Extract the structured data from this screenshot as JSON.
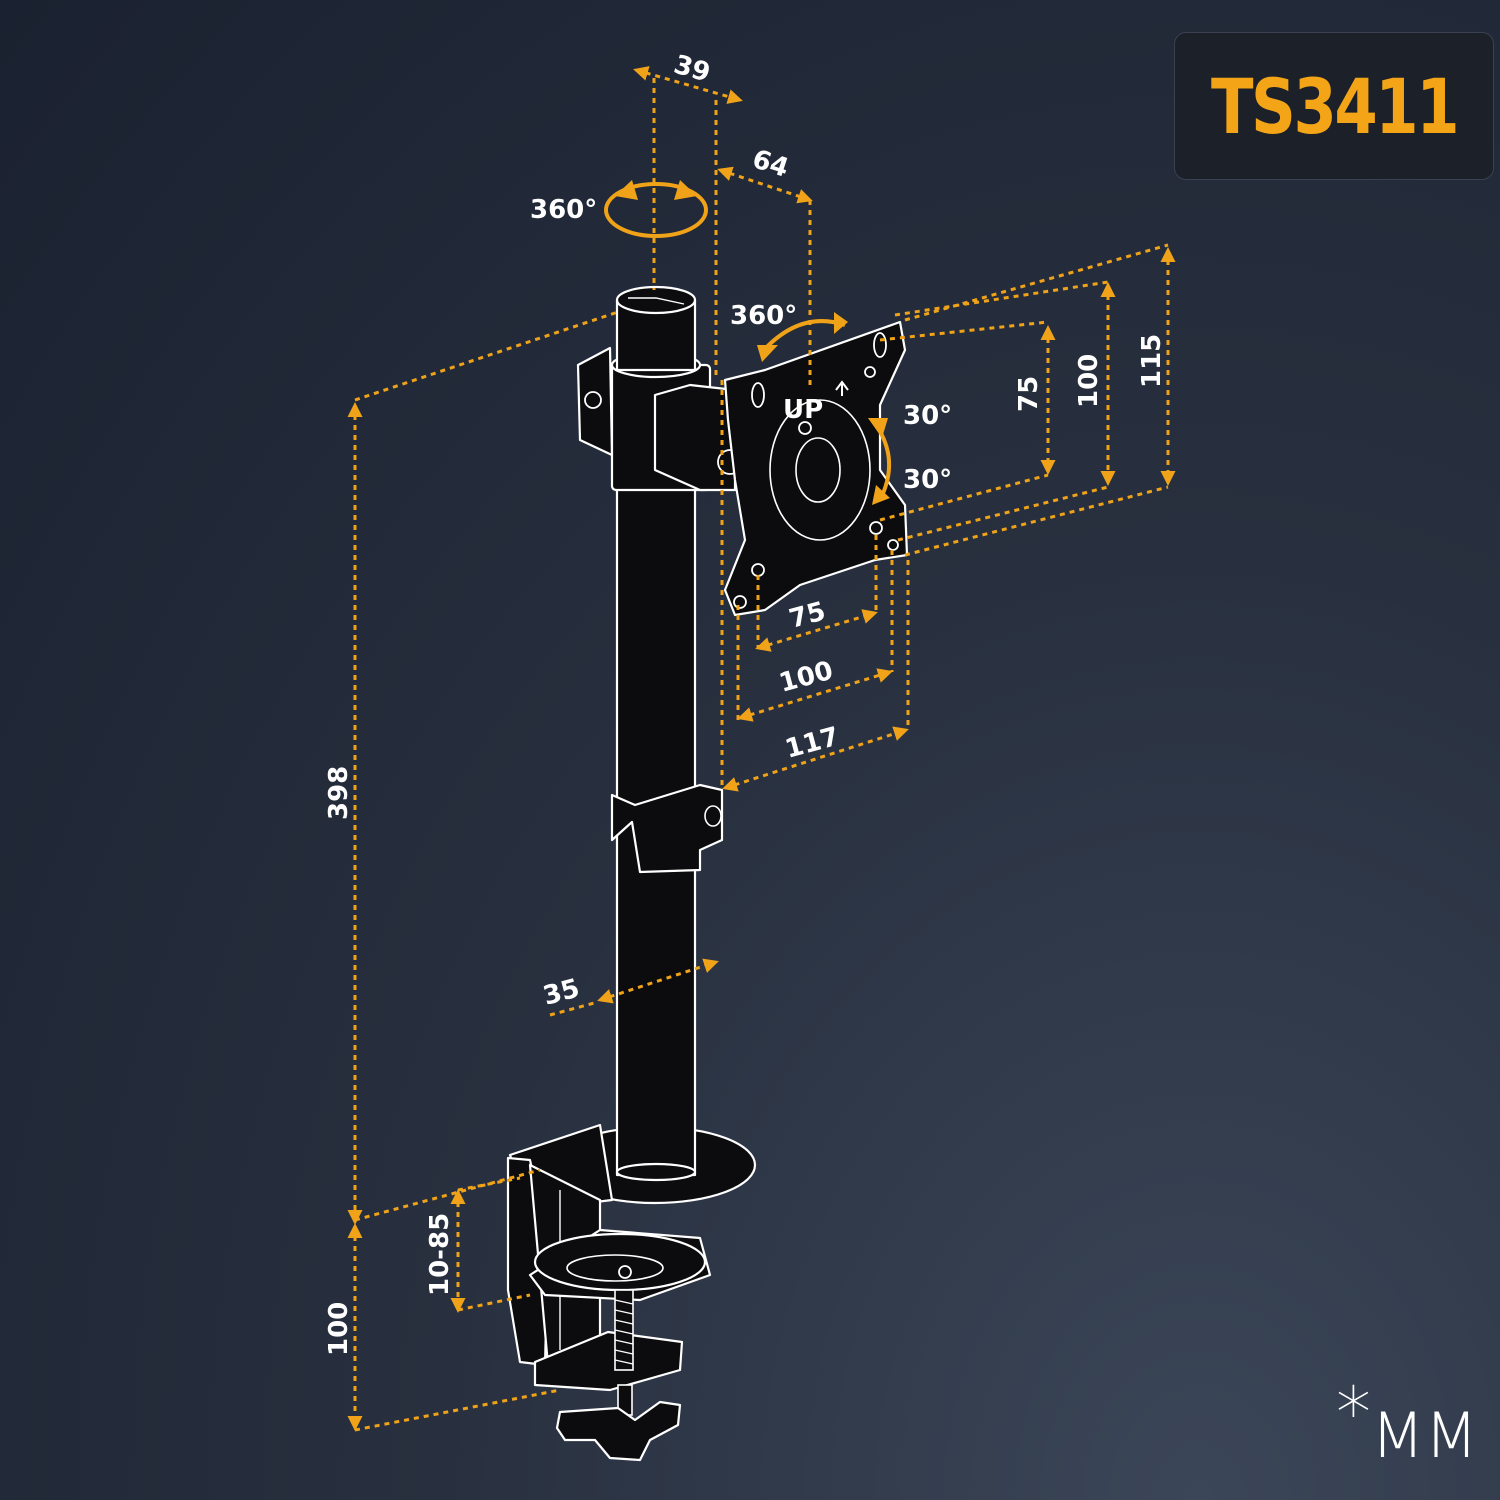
{
  "model": "TS3411",
  "unit_note": {
    "star": "*",
    "unit": "MM"
  },
  "dimensions": {
    "top_offset": "39",
    "arm_offset": "64",
    "pole_rotation": "360°",
    "plate_rotation": "360°",
    "tilt_up": "30°",
    "tilt_down": "30°",
    "vesa_h_75": "75",
    "vesa_h_100": "100",
    "plate_height": "115",
    "vesa_w_75": "75",
    "vesa_w_100": "100",
    "plate_width": "117",
    "pole_height": "398",
    "pole_diameter": "35",
    "clamp_range": "10-85",
    "clamp_height": "100"
  },
  "plate_label": "UP",
  "accent_color": "#f0a318",
  "model_color": "#f4a517"
}
